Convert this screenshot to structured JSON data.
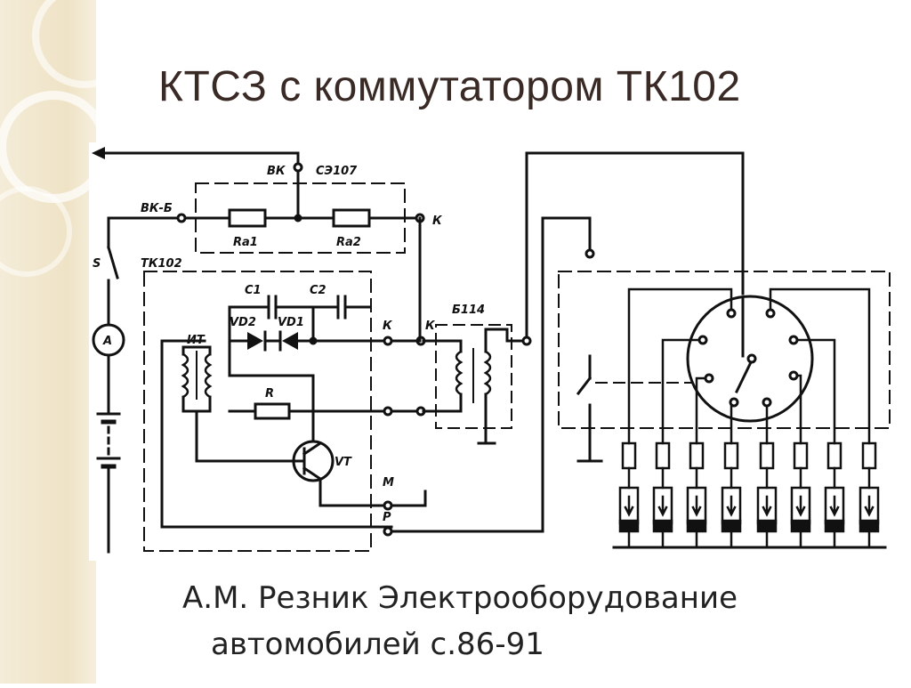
{
  "slide": {
    "title": "КТСЗ с коммутатором ТК102",
    "caption_line1": "А.М. Резник Электрооборудование",
    "caption_line2": "автомобилей с.86-91"
  },
  "diagram": {
    "labels": {
      "vk": "ВК",
      "vk_b": "ВК-Б",
      "se107": "СЭ107",
      "k_top": "К",
      "ra1": "Ra1",
      "ra2": "Ra2",
      "s": "S",
      "tk102": "ТК102",
      "c1": "С1",
      "c2": "С2",
      "vd2": "VD2",
      "vd1": "VD1",
      "it": "ИТ",
      "k_out": "К",
      "k_coil": "К",
      "b114": "Б114",
      "r": "R",
      "vt": "VT",
      "m": "М",
      "p": "Р",
      "ammeter": "А"
    }
  },
  "colors": {
    "ink": "#111111",
    "title": "#3a2a25",
    "strip": "#efe3c6"
  }
}
